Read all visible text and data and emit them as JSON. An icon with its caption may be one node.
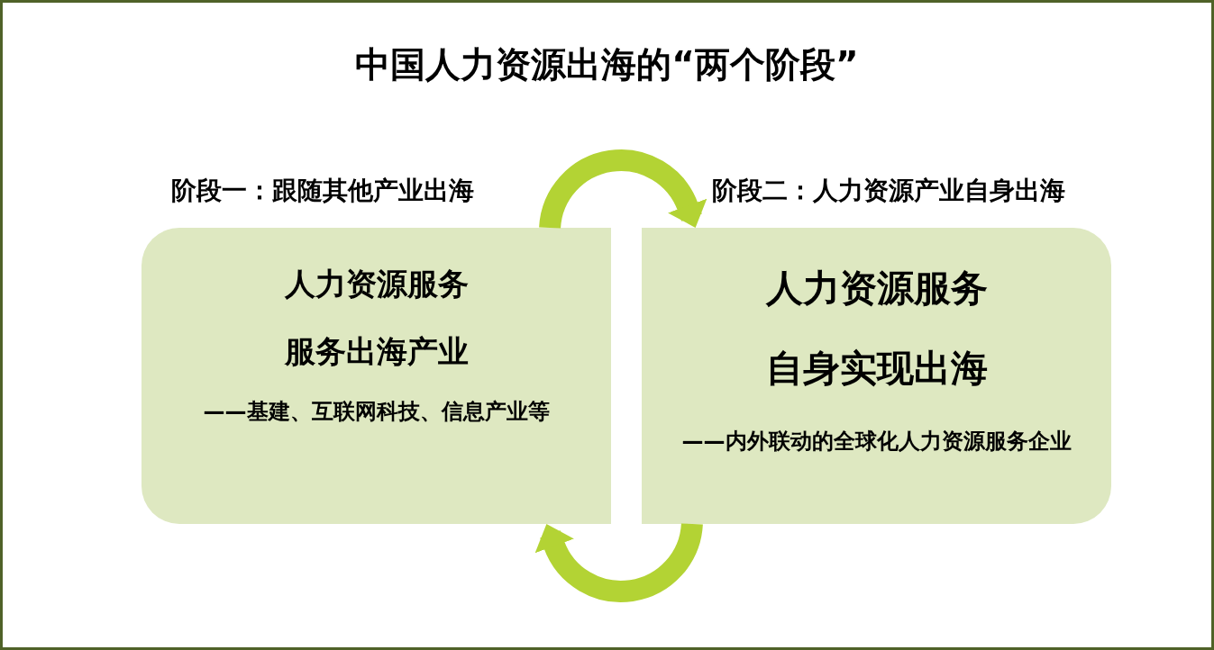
{
  "diagram": {
    "title": "中国人力资源出海的“两个阶段”",
    "nodes": [
      {
        "text": [
          "阶段一：跟随其他产业出海",
          "人力资源服务",
          "服务出海产业",
          "——基建、互联网科技、信息产业等"
        ]
      },
      {
        "text": [
          "阶段二：人力资源产业自身出海",
          "人力资源服务",
          "自身实现出海",
          "——内外联动的全球化人力资源服务企业"
        ]
      }
    ],
    "edges": [
      {
        "from": 0,
        "to": 1,
        "arrow": "to"
      },
      {
        "from": 1,
        "to": 0,
        "arrow": "to"
      }
    ]
  }
}
